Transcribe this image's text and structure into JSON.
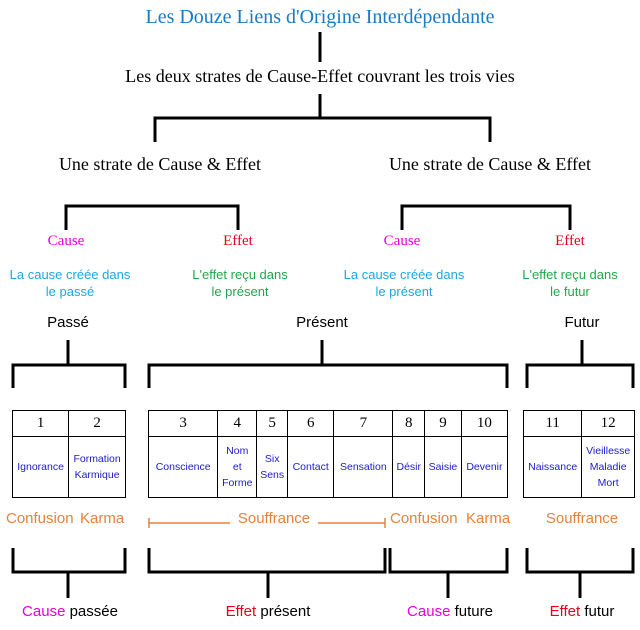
{
  "title": "Les Douze Liens d'Origine Interdépendante",
  "subtitle": "Les deux strates de Cause-Effet couvrant les trois vies",
  "strata": [
    {
      "label": "Une strate de Cause & Effet",
      "cause": {
        "label": "Cause",
        "desc_line1": "La cause créée dans",
        "desc_line2": "le passé"
      },
      "effect": {
        "label": "Effet",
        "desc_line1": "L'effet reçu dans",
        "desc_line2": "le présent"
      }
    },
    {
      "label": "Une strate de Cause & Effet",
      "cause": {
        "label": "Cause",
        "desc_line1": "La cause créée dans",
        "desc_line2": "le présent"
      },
      "effect": {
        "label": "Effet",
        "desc_line1": "L'effet reçu dans",
        "desc_line2": "le futur"
      }
    }
  ],
  "eras": {
    "past": "Passé",
    "present": "Présent",
    "future": "Futur"
  },
  "links": [
    {
      "num": "1",
      "name": [
        "Ignorance"
      ]
    },
    {
      "num": "2",
      "name": [
        "Formation",
        "Karmique"
      ]
    },
    {
      "num": "3",
      "name": [
        "Conscience"
      ]
    },
    {
      "num": "4",
      "name": [
        "Nom",
        "et",
        "Forme"
      ]
    },
    {
      "num": "5",
      "name": [
        "Six",
        "Sens"
      ]
    },
    {
      "num": "6",
      "name": [
        "Contact"
      ]
    },
    {
      "num": "7",
      "name": [
        "Sensation"
      ]
    },
    {
      "num": "8",
      "name": [
        "Désir"
      ]
    },
    {
      "num": "9",
      "name": [
        "Saisie"
      ]
    },
    {
      "num": "10",
      "name": [
        "Devenir"
      ]
    },
    {
      "num": "11",
      "name": [
        "Naissance"
      ]
    },
    {
      "num": "12",
      "name": [
        "Vieillesse",
        "Maladie",
        "Mort"
      ]
    }
  ],
  "orange_labels": {
    "confusion1": "Confusion",
    "karma1": "Karma",
    "souffrance1": "Souffrance",
    "confusion2": "Confusion",
    "karma2": "Karma",
    "souffrance2": "Souffrance"
  },
  "bottom": {
    "cause_past": {
      "a": "Cause",
      "b": " passée"
    },
    "effect_present": {
      "a": "Effet",
      "b": " présent"
    },
    "cause_future": {
      "a": "Cause",
      "b": " future"
    },
    "effect_future": {
      "a": "Effet",
      "b": " futur"
    }
  },
  "colors": {
    "title": "#1a7bc4",
    "cause": "#e800d8",
    "effect": "#e8001a",
    "cause_desc": "#1aa8e0",
    "effect_desc": "#1fa84a",
    "link_names": "#1b1bcd",
    "orange": "#e8803a"
  }
}
